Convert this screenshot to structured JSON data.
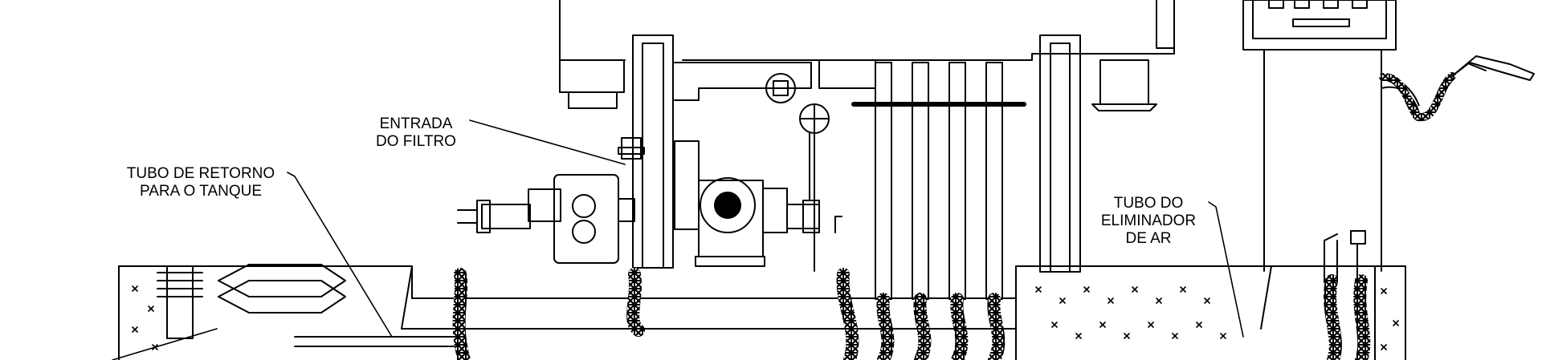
{
  "labels": {
    "entrada_filtro": {
      "line1": "ENTRADA",
      "line2": "DO FILTRO"
    },
    "tubo_retorno": {
      "line1": "TUBO DE RETORNO",
      "line2": "PARA O TANQUE"
    },
    "tubo_eliminador": {
      "line1": "TUBO DO",
      "line2": "ELIMINADOR",
      "line3": "DE AR"
    }
  },
  "colors": {
    "line": "#000000",
    "background": "#ffffff",
    "concrete_mark": "#000000"
  }
}
